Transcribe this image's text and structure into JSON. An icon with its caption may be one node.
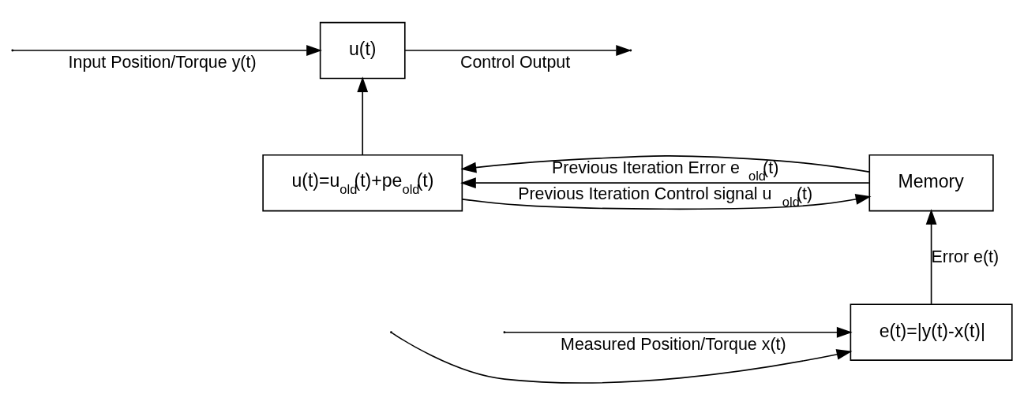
{
  "diagram": {
    "nodes": [
      {
        "text": [
          "u(t)"
        ]
      },
      {
        "text": [
          "u(t)=u$_{old}$(t)+pe$_{old}$(t)"
        ]
      },
      {
        "text": [
          "Memory"
        ]
      },
      {
        "text": [
          "e(t)=|y(t)-x(t)|"
        ]
      }
    ],
    "edges": [
      {
        "from": null,
        "to": 0,
        "arrow": "to",
        "label": "Input Position/Torque y(t)"
      },
      {
        "from": null,
        "to": 3,
        "arrow": "to"
      },
      {
        "from": 0,
        "to": null,
        "arrow": "to",
        "label": "Control Output"
      },
      {
        "from": 1,
        "to": 0,
        "arrow": "to"
      },
      {
        "from": 1,
        "to": 2,
        "arrow": "to"
      },
      {
        "from": 2,
        "to": 1,
        "arrow": "to",
        "label": "Previous Iteration Control signal u$_{old}$(t)"
      },
      {
        "from": 2,
        "to": 1,
        "arrow": "to",
        "label": "Previous Iteration Error e$_{old}$(t)"
      },
      {
        "from": 3,
        "to": 2,
        "arrow": "to",
        "label": "Error e(t)"
      },
      {
        "from": null,
        "to": 3,
        "arrow": "to",
        "label": "Measured Position/Torque x(t)"
      }
    ]
  }
}
